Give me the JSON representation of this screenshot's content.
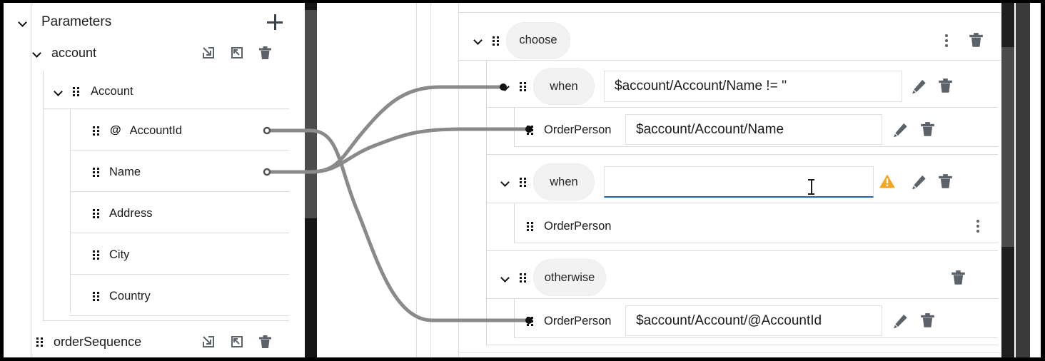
{
  "left_panel": {
    "header": {
      "label": "Parameters",
      "expand_icon": "chevron-down-icon",
      "add_icon": "plus-icon"
    },
    "root": {
      "label": "account",
      "expand_icon": "chevron-down-icon",
      "actions": [
        "import-icon",
        "export-icon",
        "delete-icon"
      ]
    },
    "group": {
      "label": "Account",
      "expand_icon": "chevron-down-icon",
      "grip_icon": "drag-handle-icon"
    },
    "fields": [
      {
        "label": "AccountId",
        "prefix": "@",
        "is_attribute": true,
        "has_port": true
      },
      {
        "label": "Name",
        "prefix": "",
        "is_attribute": false,
        "has_port": true
      },
      {
        "label": "Address",
        "prefix": "",
        "is_attribute": false,
        "has_port": false
      },
      {
        "label": "City",
        "prefix": "",
        "is_attribute": false,
        "has_port": false
      },
      {
        "label": "Country",
        "prefix": "",
        "is_attribute": false,
        "has_port": false
      }
    ],
    "second_root": {
      "label": "orderSequence",
      "grip_icon": "drag-handle-icon",
      "actions": [
        "import-icon",
        "export-icon",
        "delete-icon"
      ]
    }
  },
  "right_panel": {
    "choose": {
      "label": "choose",
      "expand_icon": "chevron-down-icon",
      "grip_icon": "drag-handle-icon",
      "more_icon": "kebab-menu-icon",
      "delete_icon": "delete-icon"
    },
    "branches": [
      {
        "type": "when",
        "label": "when",
        "condition": "$account/Account/Name != ''",
        "condition_placeholder": "",
        "focused": false,
        "warning": false,
        "has_port": true,
        "actions": [
          "edit-icon",
          "delete-icon"
        ],
        "children": [
          {
            "label": "OrderPerson",
            "value": "$account/Account/Name",
            "has_port": true,
            "actions": [
              "edit-icon",
              "delete-icon"
            ]
          }
        ]
      },
      {
        "type": "when",
        "label": "when",
        "condition": "",
        "condition_placeholder": "",
        "focused": true,
        "warning": true,
        "warning_icon": "warning-triangle-icon",
        "has_port": false,
        "actions": [
          "edit-icon",
          "delete-icon"
        ],
        "children": [
          {
            "label": "OrderPerson",
            "value": null,
            "has_port": false,
            "actions": [
              "kebab-menu-icon"
            ]
          }
        ]
      },
      {
        "type": "otherwise",
        "label": "otherwise",
        "condition": null,
        "focused": false,
        "warning": false,
        "has_port": false,
        "actions": [
          "delete-icon"
        ],
        "children": [
          {
            "label": "OrderPerson",
            "value": "$account/Account/@AccountId",
            "has_port": true,
            "actions": [
              "edit-icon",
              "delete-icon"
            ]
          }
        ]
      }
    ]
  },
  "colors": {
    "link": "#8a8a8a",
    "focus_underline": "#1d63b5",
    "warning": "#f5a623",
    "icon_grey": "#5b6269",
    "pill_bg": "#f2f2f2"
  },
  "scrollbars": {
    "left": {
      "name": "left-panel-scrollbar"
    },
    "right_inner": {
      "name": "right-panel-scrollbar"
    },
    "right_outer": {
      "name": "window-scrollbar"
    }
  }
}
